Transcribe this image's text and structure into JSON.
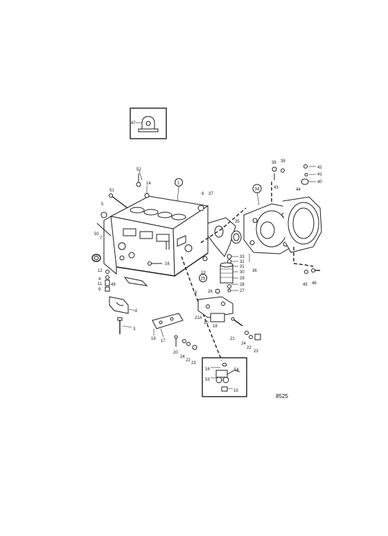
{
  "drawing_number": "8525",
  "inset_top_label": "47",
  "circled_labels": [
    "1",
    "34",
    "25"
  ],
  "callouts": {
    "c52": "52",
    "c14": "14",
    "c51": "51",
    "c5": "5",
    "c6": "6",
    "c37": "37",
    "c50": "50",
    "c7": "7",
    "c12": "12",
    "c4": "4",
    "c11": "11",
    "c9": "9",
    "c49": "49",
    "c16": "16",
    "c13": "13",
    "c2": "2",
    "c3": "3",
    "c19a": "19",
    "c17": "17",
    "c20a": "20",
    "c24a": "24",
    "c22a": "22",
    "c23a": "23",
    "c38": "38",
    "c39": "39",
    "c42": "42",
    "c41": "41",
    "c40": "40",
    "c43": "43",
    "c44": "44",
    "c35": "35",
    "c36": "36",
    "c33": "33",
    "c32": "32",
    "c31": "31",
    "c30": "30",
    "c29": "29",
    "c28": "28",
    "c27": "27",
    "c26": "26",
    "c8": "8",
    "c21A": "21A",
    "c10": "10",
    "c18": "18",
    "c21": "21",
    "c24b": "24",
    "c22b": "22",
    "c23b": "23",
    "c45": "45",
    "c46": "46",
    "c16b": "16",
    "c54": "54",
    "c53": "53",
    "c15": "15"
  }
}
